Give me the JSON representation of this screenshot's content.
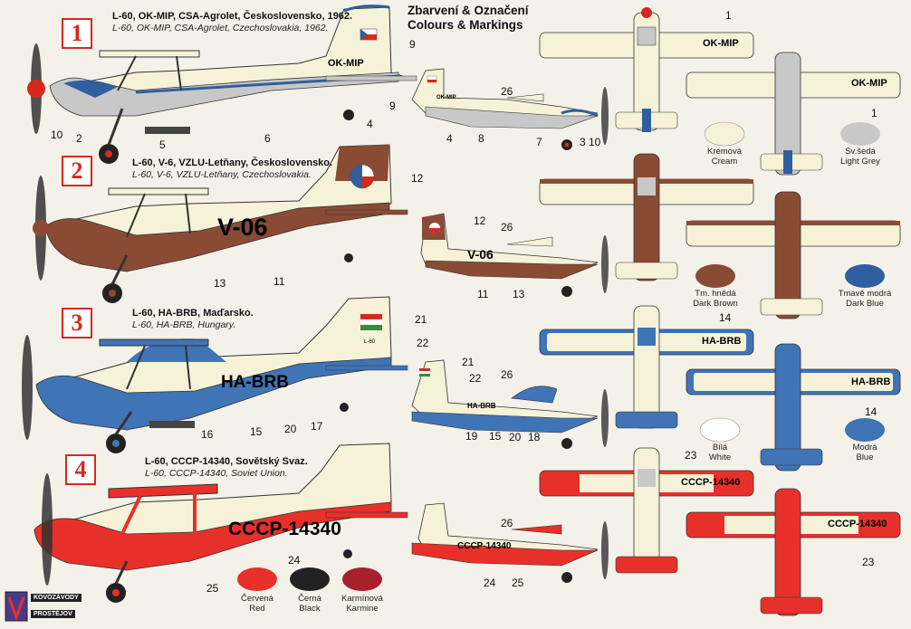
{
  "header": {
    "title_cz": "Zbarvení & Označení",
    "title_en": "Colours & Markings"
  },
  "colors": {
    "cream": "#f6f2d8",
    "light_grey": "#c8c8c8",
    "dark_brown": "#8a4b35",
    "dark_blue": "#2f5f9e",
    "white": "#ffffff",
    "blue": "#3f74b6",
    "red": "#e8302a",
    "black": "#222222",
    "carmine": "#a8202c"
  },
  "schemes": [
    {
      "badge": "1",
      "caption_cz": "L-60, OK-MIP, CSA-Agrolet, Československo, 1962.",
      "caption_en": "L-60, OK-MIP, CSA-Agrolet, Czechoslovakia, 1962.",
      "reg": "OK-MIP"
    },
    {
      "badge": "2",
      "caption_cz": "L-60, V-6, VZLU-Letňany, Československo.",
      "caption_en": "L-60, V-6, VZLU-Letňany, Czechoslovakia.",
      "reg": "V-06"
    },
    {
      "badge": "3",
      "caption_cz": "L-60, HA-BRB, Maďarsko.",
      "caption_en": "L-60, HA-BRB, Hungary.",
      "reg": "HA-BRB"
    },
    {
      "badge": "4",
      "caption_cz": "L-60, CCCP-14340, Sovětský Svaz.",
      "caption_en": "L-60, CCCP-14340, Soviet Union.",
      "reg": "CCCP-14340"
    }
  ],
  "small_regs": {
    "r1": "OK-MIP",
    "r2": "V-06",
    "r3": "HA-BRB",
    "r4": "CCCP-14340",
    "tail3": "L-60"
  },
  "swatches": [
    {
      "cz": "Krémová",
      "en": "Cream"
    },
    {
      "cz": "Sv.šedá",
      "en": "Light Grey"
    },
    {
      "cz": "Tm. hnědá",
      "en": "Dark Brown"
    },
    {
      "cz": "Tmavě modrá",
      "en": "Dark Blue"
    },
    {
      "cz": "Bílá",
      "en": "White"
    },
    {
      "cz": "Modrá",
      "en": "Blue"
    },
    {
      "cz": "Červená",
      "en": "Red"
    },
    {
      "cz": "Černá",
      "en": "Black"
    },
    {
      "cz": "Karmínová",
      "en": "Karmine"
    }
  ],
  "callouts": {
    "c1": "1",
    "c2": "2",
    "c3": "3",
    "c4": "4",
    "c5": "5",
    "c6": "6",
    "c7": "7",
    "c8": "8",
    "c9": "9",
    "c10": "10",
    "c11": "11",
    "c12": "12",
    "c13": "13",
    "c14": "14",
    "c16": "16",
    "c17": "17",
    "c18": "18",
    "c19": "19",
    "c20": "20",
    "c21": "21",
    "c22": "22",
    "c23": "23",
    "c24": "24",
    "c25": "25",
    "c26": "26"
  },
  "logo": {
    "line1": "KOVOZÁVODY",
    "line2": "PROSTĚJOV"
  }
}
